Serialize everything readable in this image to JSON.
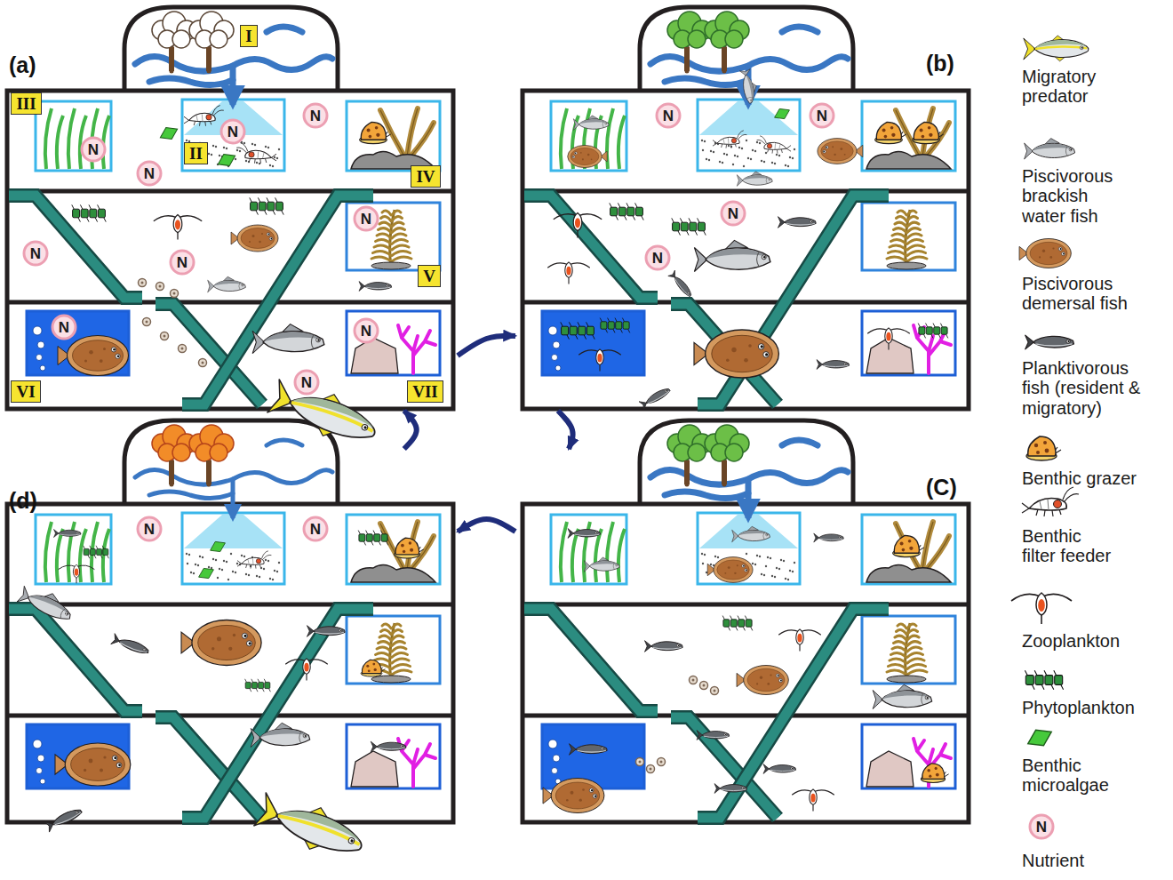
{
  "diagram": {
    "nodes": [
      {
        "text": [
          "(a)"
        ]
      },
      {
        "text": [
          "I"
        ],
        "in": 0
      },
      {
        "text": [
          "II"
        ],
        "in": 0
      },
      {
        "text": [
          "III"
        ],
        "in": 0
      },
      {
        "text": [
          "IV"
        ],
        "in": 0
      },
      {
        "text": [
          "V"
        ],
        "in": 0
      },
      {
        "text": [
          "VI"
        ],
        "in": 0
      },
      {
        "text": [
          "VII"
        ],
        "in": 0
      },
      {
        "text": [
          "(b)"
        ]
      },
      {
        "text": [
          "(C)"
        ]
      },
      {
        "text": [
          "(d)"
        ]
      }
    ],
    "edges": [
      {
        "from": 0,
        "to": 8,
        "arrow": "to"
      },
      {
        "from": 8,
        "to": 9,
        "arrow": "to"
      },
      {
        "from": 9,
        "to": 10,
        "arrow": "to"
      },
      {
        "from": 10,
        "to": 0,
        "arrow": "to"
      }
    ],
    "labels": [
      "N",
      "N",
      "N",
      "N",
      "N",
      "N",
      "N",
      "N",
      "N",
      "N",
      "N",
      "N",
      "N",
      "N",
      "N",
      "N",
      "N"
    ],
    "legend": [
      {
        "text": "Migratory predator"
      },
      {
        "text": "Piscivorous brackish water fish"
      },
      {
        "text": "Piscivorous demersal fish"
      },
      {
        "text": "Planktivorous fish (resident & migratory)"
      },
      {
        "text": "Benthic grazer"
      },
      {
        "text": "Benthic filter feeder"
      },
      {
        "text": "Zooplankton"
      },
      {
        "text": "Phytoplankton"
      },
      {
        "text": "Benthic microalgae"
      },
      {
        "text": "Nutrient"
      }
    ]
  }
}
